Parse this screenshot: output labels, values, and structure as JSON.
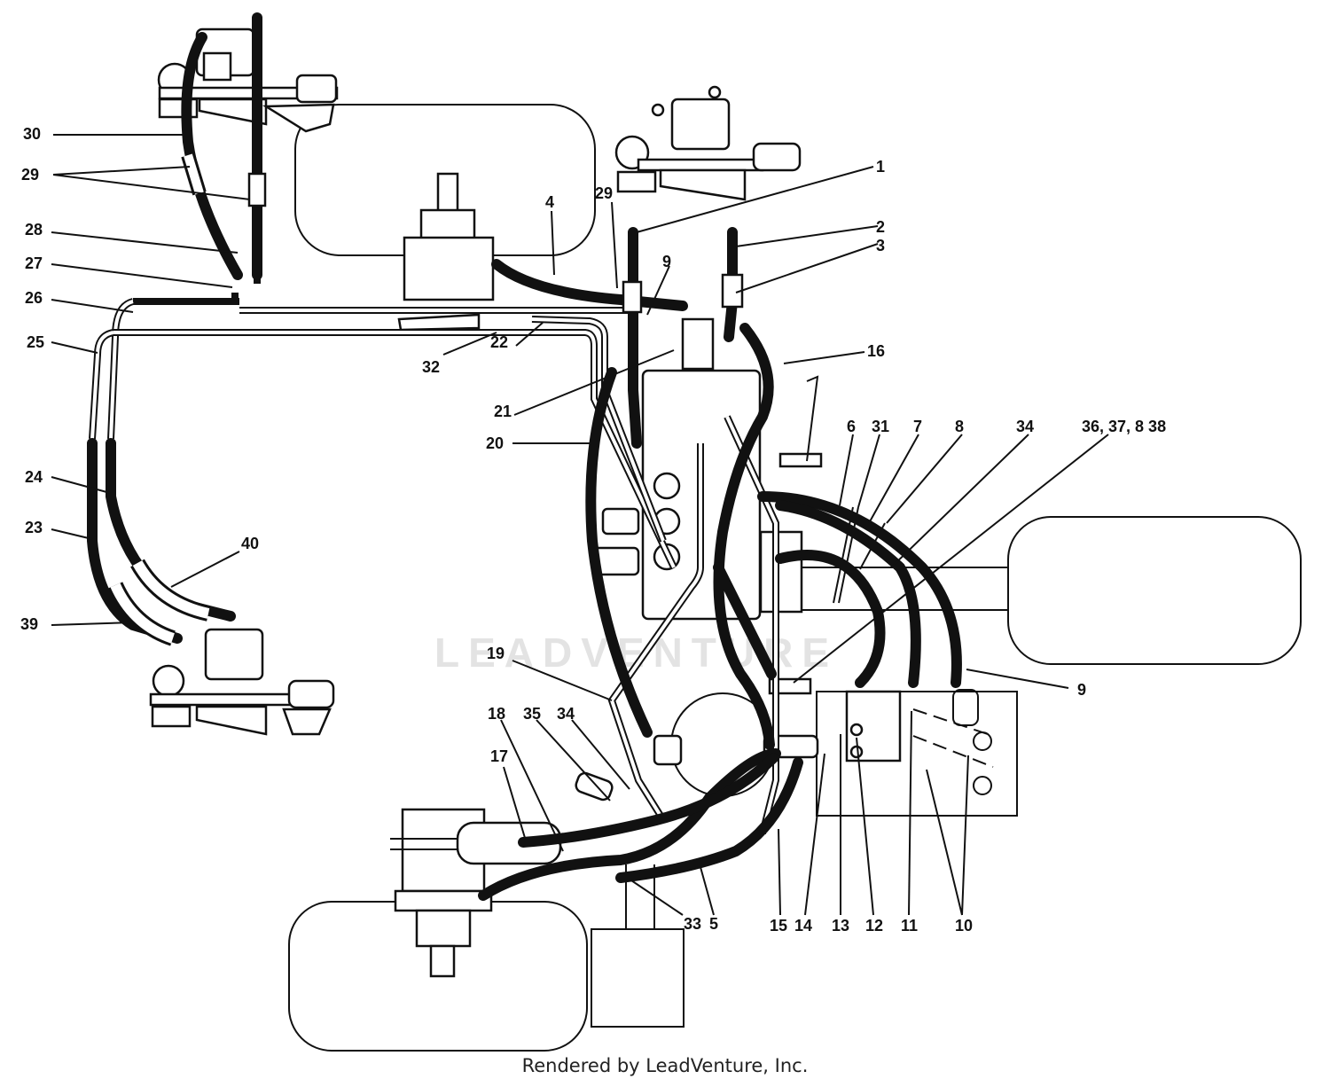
{
  "watermark": "LEADVENTURE",
  "footer": "Rendered by LeadVenture, Inc.",
  "callouts": [
    {
      "id": "c1",
      "text": "1"
    },
    {
      "id": "c2",
      "text": "2"
    },
    {
      "id": "c3",
      "text": "3"
    },
    {
      "id": "c4",
      "text": "4"
    },
    {
      "id": "c29a",
      "text": "29"
    },
    {
      "id": "c9a",
      "text": "9"
    },
    {
      "id": "c30",
      "text": "30"
    },
    {
      "id": "c29b",
      "text": "29"
    },
    {
      "id": "c28",
      "text": "28"
    },
    {
      "id": "c27",
      "text": "27"
    },
    {
      "id": "c26",
      "text": "26"
    },
    {
      "id": "c25",
      "text": "25"
    },
    {
      "id": "c24",
      "text": "24"
    },
    {
      "id": "c23",
      "text": "23"
    },
    {
      "id": "c39",
      "text": "39"
    },
    {
      "id": "c40",
      "text": "40"
    },
    {
      "id": "c32",
      "text": "32"
    },
    {
      "id": "c22",
      "text": "22"
    },
    {
      "id": "c21",
      "text": "21"
    },
    {
      "id": "c20",
      "text": "20"
    },
    {
      "id": "c16",
      "text": "16"
    },
    {
      "id": "c6",
      "text": "6"
    },
    {
      "id": "c31",
      "text": "31"
    },
    {
      "id": "c7",
      "text": "7"
    },
    {
      "id": "c8",
      "text": "8"
    },
    {
      "id": "c34a",
      "text": "34"
    },
    {
      "id": "c36",
      "text": "36, 37, 8 38"
    },
    {
      "id": "c9b",
      "text": "9"
    },
    {
      "id": "c19",
      "text": "19"
    },
    {
      "id": "c18",
      "text": "18"
    },
    {
      "id": "c35",
      "text": "35"
    },
    {
      "id": "c34b",
      "text": "34"
    },
    {
      "id": "c17",
      "text": "17"
    },
    {
      "id": "c33",
      "text": "33"
    },
    {
      "id": "c5",
      "text": "5"
    },
    {
      "id": "c15",
      "text": "15"
    },
    {
      "id": "c14",
      "text": "14"
    },
    {
      "id": "c13",
      "text": "13"
    },
    {
      "id": "c12",
      "text": "12"
    },
    {
      "id": "c11",
      "text": "11"
    },
    {
      "id": "c10",
      "text": "10"
    }
  ]
}
